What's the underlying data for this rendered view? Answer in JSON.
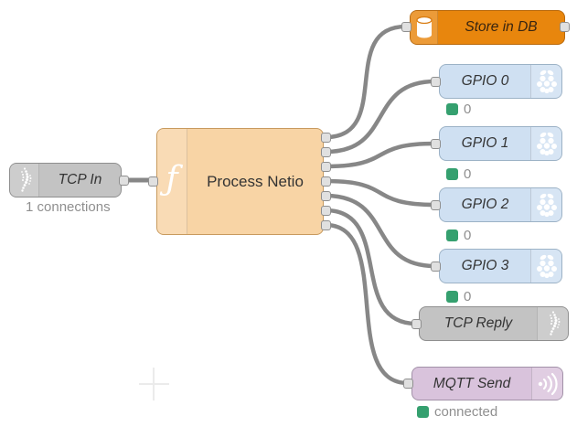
{
  "flow": {
    "tcp_in": {
      "label": "TCP In",
      "status": "1 connections"
    },
    "process_netio": {
      "label": "Process Netio",
      "function_glyph": "ƒ",
      "outputs": 7
    },
    "store_in_db": {
      "label": "Store in DB"
    },
    "gpio_nodes": [
      {
        "label": "GPIO 0",
        "status": "0"
      },
      {
        "label": "GPIO 1",
        "status": "0"
      },
      {
        "label": "GPIO 2",
        "status": "0"
      },
      {
        "label": "GPIO 3",
        "status": "0"
      }
    ],
    "tcp_reply": {
      "label": "TCP Reply"
    },
    "mqtt_send": {
      "label": "MQTT Send",
      "status": "connected"
    }
  },
  "connections": [
    {
      "from": "TCP In",
      "to": "Process Netio"
    },
    {
      "from": "Process Netio",
      "to": "Store in DB"
    },
    {
      "from": "Process Netio",
      "to": "GPIO 0"
    },
    {
      "from": "Process Netio",
      "to": "GPIO 1"
    },
    {
      "from": "Process Netio",
      "to": "GPIO 2"
    },
    {
      "from": "Process Netio",
      "to": "GPIO 3"
    },
    {
      "from": "Process Netio",
      "to": "TCP Reply"
    },
    {
      "from": "Process Netio",
      "to": "MQTT Send"
    }
  ],
  "colors": {
    "canvas_background": "#ffffff",
    "tcp_node": "#c3c3c3",
    "function_node": "#f8d4a5",
    "store_node": "#e8860d",
    "gpio_node": "#cfe0f2",
    "mqtt_node": "#d9c3dc",
    "wire": "#878787",
    "status_green": "#35a06f",
    "status_text": "#8f8f8f"
  },
  "icons": {
    "tcp_in": "dotted-bridge-icon",
    "process_netio": "function-icon",
    "store_in_db": "database-icon",
    "gpio": "raspberry-pi-icon",
    "tcp_reply": "dotted-bridge-icon",
    "mqtt_send": "signal-icon"
  }
}
